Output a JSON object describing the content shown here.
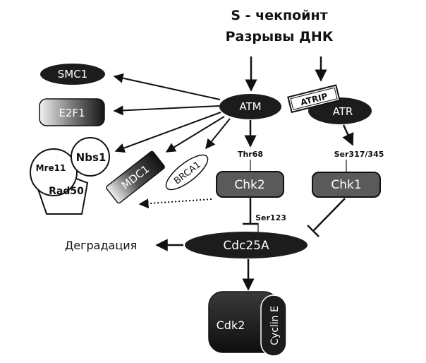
{
  "title": {
    "line1": "S - чекпойнт",
    "line2": "Разрывы ДНК"
  },
  "nodes": {
    "smc1": "SMC1",
    "e2f1": "E2F1",
    "mre11": "Mre11",
    "nbs1": "Nbs1",
    "rad50": "Rad50",
    "mdc1": "MDC1",
    "brca1": "BRCA1",
    "atm": "ATM",
    "atrip": "ATRIP",
    "atr": "ATR",
    "chk2": "Chk2",
    "chk1": "Chk1",
    "cdc25a": "Cdc25A",
    "cdk2": "Cdk2",
    "cyclin_e": "Cyclin E",
    "degradation": "Деградация"
  },
  "sites": {
    "thr68": "Thr68",
    "ser317_345": "Ser317/345",
    "ser123": "Ser123"
  },
  "colors": {
    "dark": "#1c1c1c",
    "medium": "#5a5a5a",
    "line": "#111111"
  }
}
